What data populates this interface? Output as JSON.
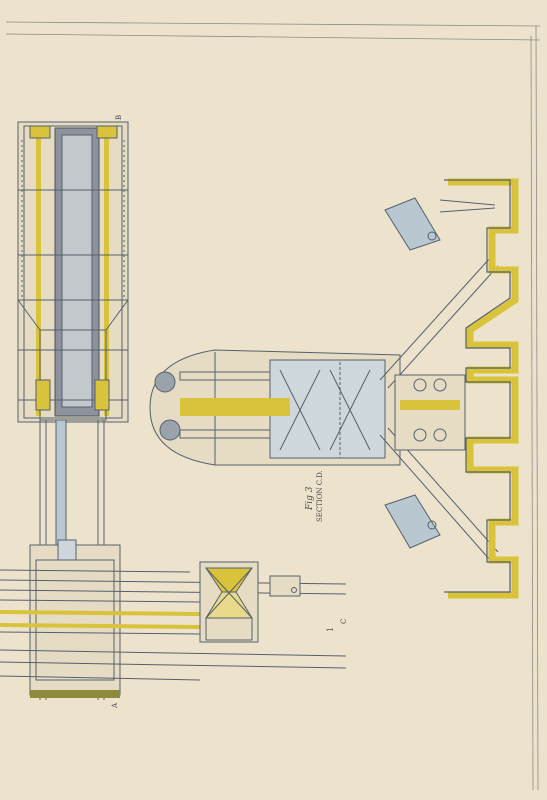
{
  "labels": {
    "fig": "Fig 3",
    "section": "SECTION C.D.",
    "mark_b": "B",
    "mark_a": "A",
    "mark_1": "1",
    "mark_c": "C"
  },
  "colors": {
    "paper": "#ede3cc",
    "line": "#55606e",
    "blue_tint": "#b9c7d0",
    "yellow": "#d8c33a",
    "olive": "#8e8a3c"
  }
}
